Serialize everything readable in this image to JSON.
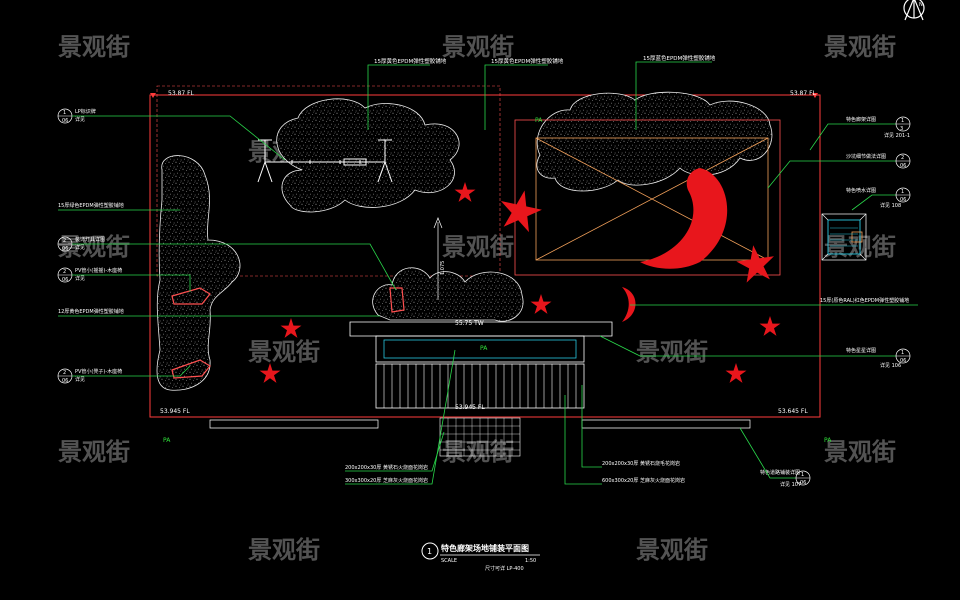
{
  "watermark": "景观街",
  "drawing": {
    "title": "特色廊架场地铺装平面图",
    "number": "1",
    "scale_label": "SCALE",
    "scale_value": "1:50",
    "sheet_ref": "尺寸可详 LP-400"
  },
  "levels": {
    "top_left": "53.87 FL",
    "top_right": "53.87 FL",
    "bottom_left": "53.945 FL",
    "bottom_right": "53.645 FL",
    "bottom_center": "53.945 FL",
    "platform": "55.75 TW",
    "vertical_dim": "1.075"
  },
  "area_tags": {
    "pa": "PA"
  },
  "callouts_top": [
    "15厚黄色EPDM弹性塑胶铺地",
    "15厚黄色EPDM弹性塑胶铺地",
    "15厚蓝色EPDM弹性塑胶铺地"
  ],
  "left_callouts": [
    {
      "label": "LP标识牌",
      "num": "1",
      "sheet": "LD",
      "ref": "06",
      "code": "详见"
    },
    {
      "label": "15厚绿色EPDM弹性塑胶铺地"
    },
    {
      "label": "装饰灯具详图",
      "num": "2",
      "sheet": "LD",
      "ref": "06",
      "code": "详见"
    },
    {
      "label": "PV管小(摇摇)-木座椅",
      "num": "2",
      "sheet": "LD",
      "ref": "06",
      "code": "详见"
    },
    {
      "label": "12厚黄色EPDM弹性塑胶铺地"
    },
    {
      "label": "PV管小(凳子)-木座椅",
      "num": "2",
      "sheet": "LD",
      "ref": "06",
      "code": "详见"
    }
  ],
  "right_callouts": [
    {
      "label": "特色廊架详图",
      "num": "1",
      "sheet": "LD",
      "ref": "3",
      "code": "详见 201-1"
    },
    {
      "label": "沙坑细节做法详图",
      "num": "2",
      "sheet": "LD",
      "ref": "06",
      "code": "详见"
    },
    {
      "label": "特色喷水详图",
      "num": "1",
      "sheet": "LD",
      "ref": "06",
      "code": "详见 108"
    },
    {
      "label": "15厚(原色RAL)红色EPDM弹性塑胶铺地"
    },
    {
      "label": "特色星星详图",
      "num": "1",
      "sheet": "LD",
      "ref": "06",
      "code": "详见 106"
    },
    {
      "label": "特色道路铺装详图",
      "num": "1",
      "sheet": "LD",
      "ref": "06",
      "code": "详见 107"
    }
  ],
  "bottom_notes": [
    "200x200x30厚 黄锈石火烧面花岗岩",
    "300x300x20厚 芝麻灰火烧面花岗岩",
    "200x200x30厚 黄锈石烧毛花岗岩",
    "600x300x20厚 芝麻灰火烧面花岗岩"
  ],
  "north_label": "N",
  "colors": {
    "boundary": "#ff3b3b",
    "leader": "#29d64a",
    "star": "#e8161c",
    "sandpit": "#f2a05a",
    "step": "#29c7e0"
  }
}
